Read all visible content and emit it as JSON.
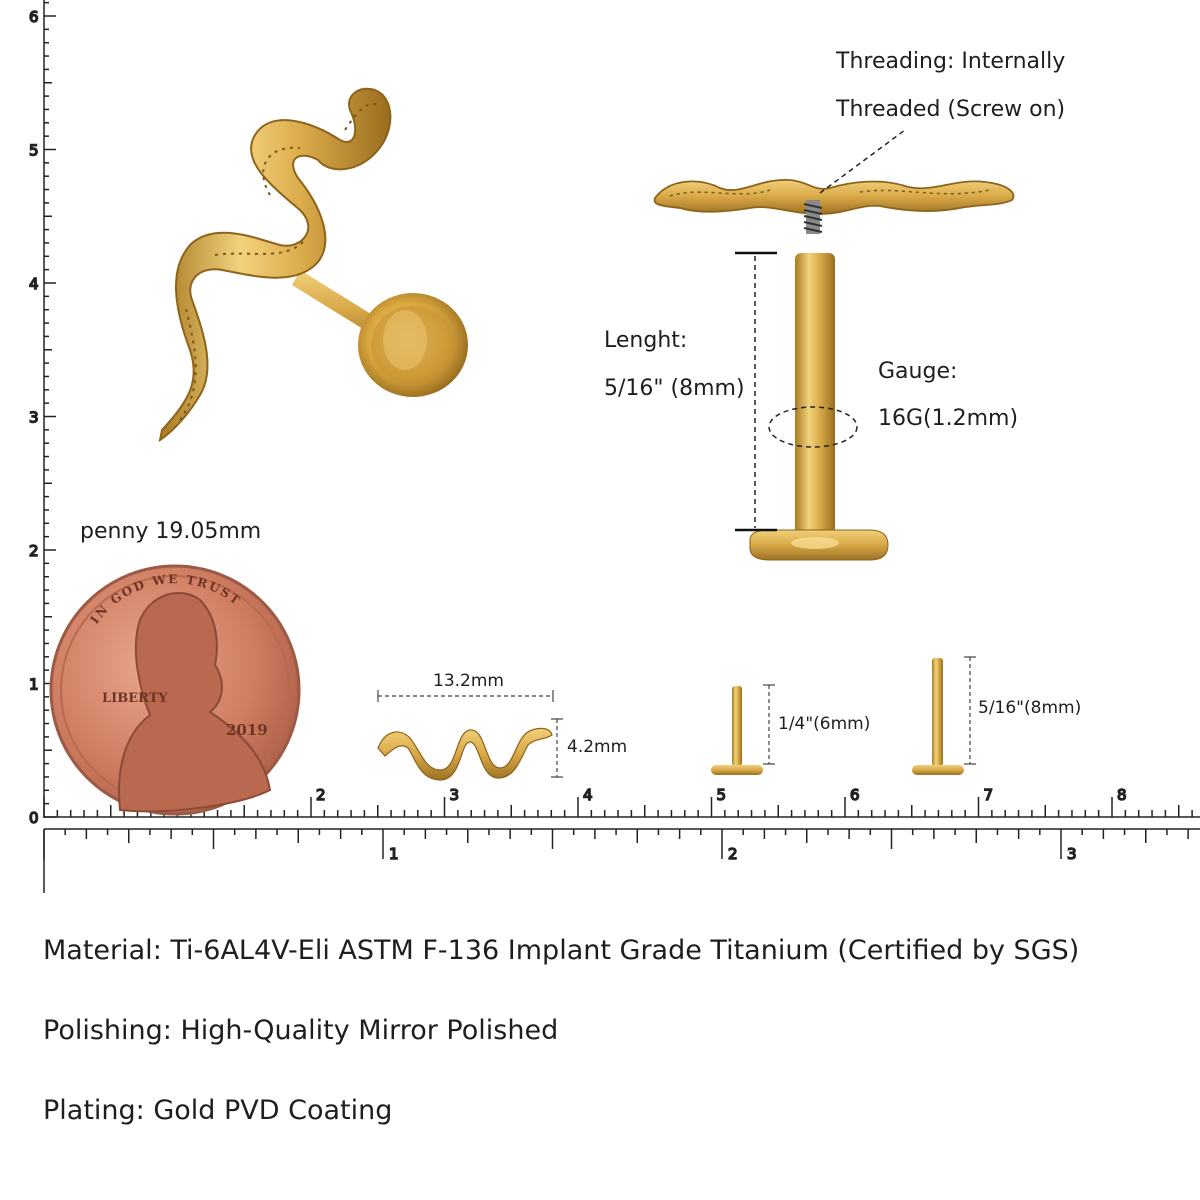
{
  "ruler_cm": {
    "labels": [
      "0",
      "1",
      "2",
      "3",
      "4",
      "5",
      "6"
    ]
  },
  "ruler_bottom_cm": {
    "labels": [
      "2",
      "3",
      "4",
      "5",
      "6",
      "7",
      "8"
    ]
  },
  "ruler_inch": {
    "labels": [
      "1",
      "2",
      "3"
    ]
  },
  "threading": {
    "line1": "Threading: Internally",
    "line2": "Threaded (Screw on)"
  },
  "length": {
    "title": "Lenght:",
    "value": "5/16\" (8mm)"
  },
  "gauge": {
    "title": "Gauge:",
    "value": "16G(1.2mm)"
  },
  "penny": {
    "label": "penny 19.05mm",
    "motto": "IN GOD WE TRUST",
    "liberty": "LIBERTY",
    "year": "2019"
  },
  "top_dims": {
    "width": "13.2mm",
    "height": "4.2mm"
  },
  "posts": {
    "short": "1/4\"(6mm)",
    "long": "5/16\"(8mm)"
  },
  "specs": {
    "material": "Material: Ti-6AL4V-Eli ASTM F-136 Implant Grade Titanium (Certified by SGS)",
    "polishing": "Polishing: High-Quality Mirror Polished",
    "plating": "Plating: Gold PVD Coating"
  },
  "colors": {
    "gold": "#d9ad4f",
    "gold_dark": "#9c7226",
    "copper": "#c9785e",
    "ink": "#1e1e1e"
  }
}
